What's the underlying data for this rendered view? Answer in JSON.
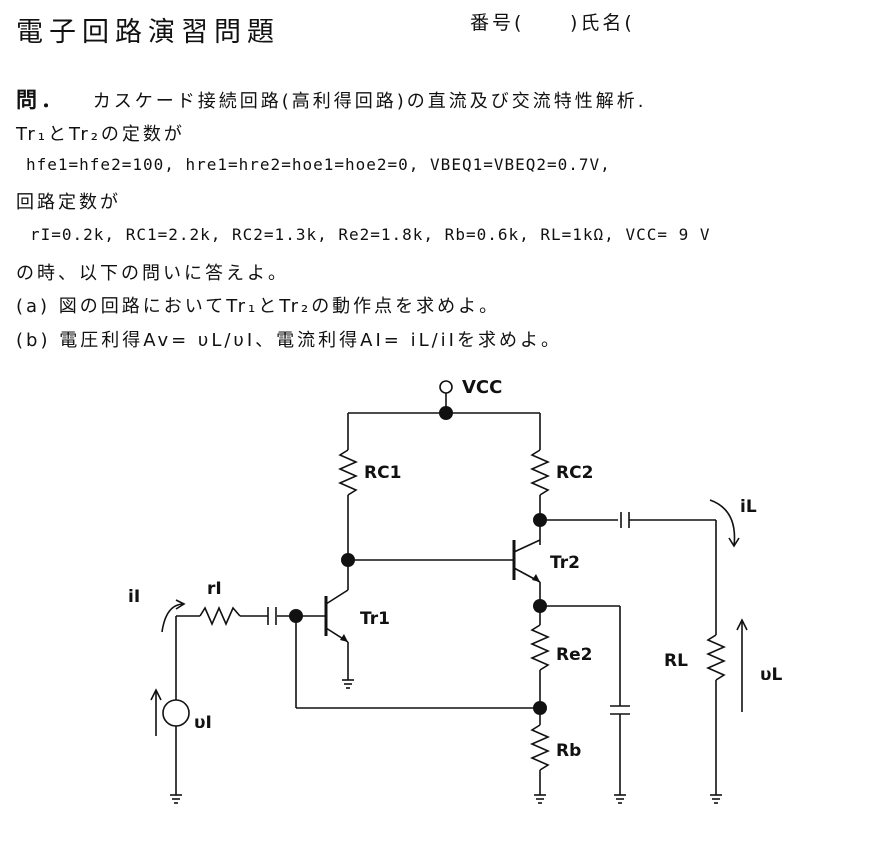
{
  "header": {
    "title": "電子回路演習問題",
    "number_label": "番号(",
    "name_label": ")氏名("
  },
  "problem": {
    "label": "問．",
    "statement": "カスケード接続回路(高利得回路)の直流及び交流特性解析.",
    "tr_const_line": "Tr₁とTr₂の定数が",
    "params_line": "hfe1=hfe2=100, hre1=hre2=hoe1=hoe2=0, VBEQ1=VBEQ2=0.7V,",
    "circuit_const_line": "回路定数が",
    "values_line": "rI=0.2k, RC1=2.2k, RC2=1.3k, Re2=1.8k, Rb=0.6k, RL=1kΩ, VCC= 9 V",
    "answer_line": "の時、以下の問いに答えよ。",
    "question_a": "(a) 図の回路においてTr₁とTr₂の動作点を求めよ。",
    "question_b": "(b) 電圧利得Av= υL/υI、電流利得AI= iL/iIを求めよ。"
  },
  "circuit": {
    "vcc": "VCC",
    "rc1": "RC1",
    "rc2": "RC2",
    "tr1": "Tr1",
    "tr2": "Tr2",
    "ri": "rI",
    "ii": "iI",
    "vi": "υI",
    "re2": "Re2",
    "rb": "Rb",
    "rl": "RL",
    "il": "iL",
    "vl": "υL"
  }
}
